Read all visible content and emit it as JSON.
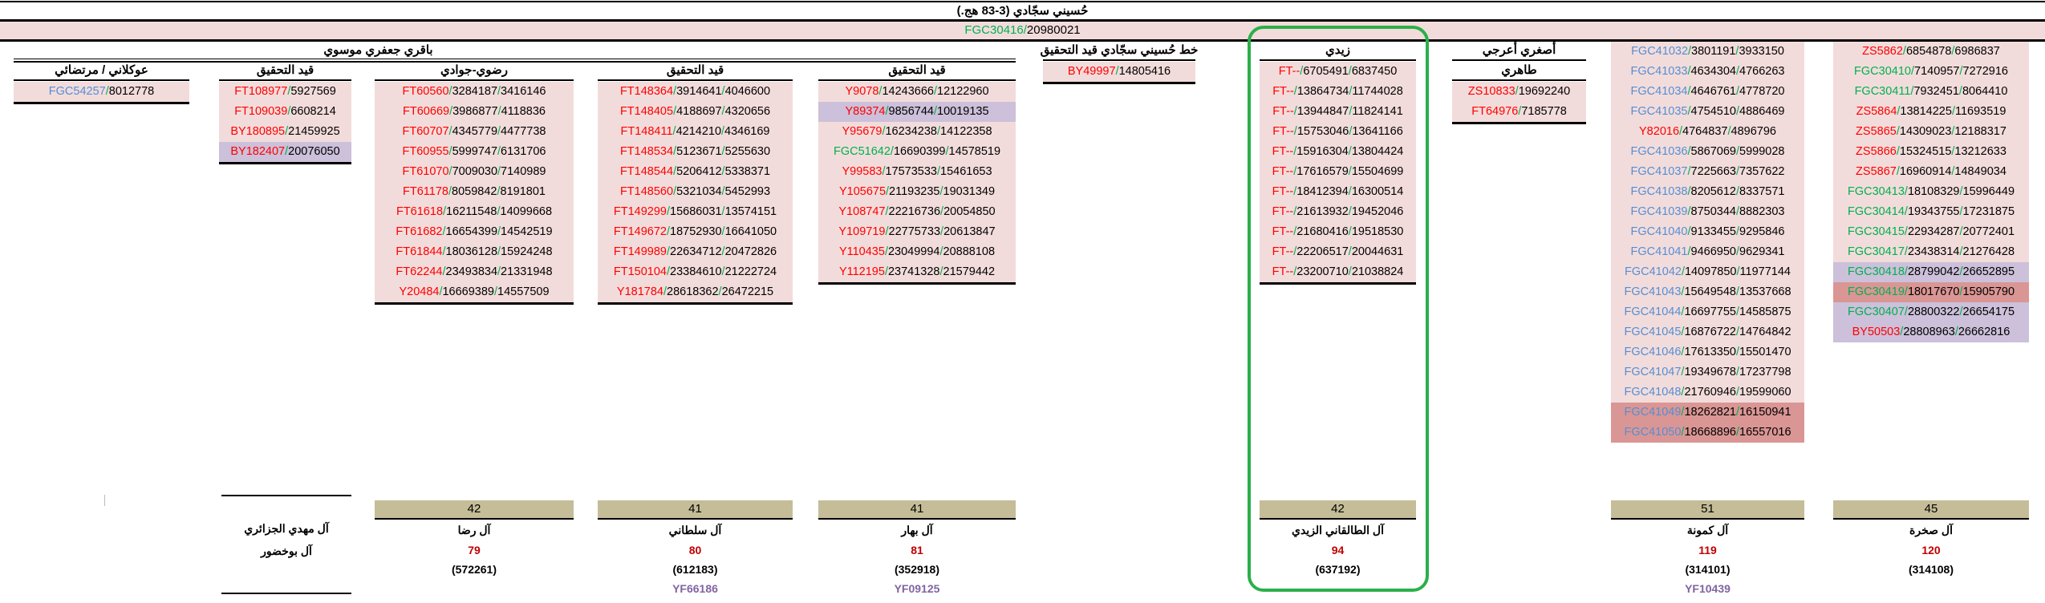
{
  "header": {
    "title": "حُسيني سجّادي (3-83 هج.)",
    "root_snp": {
      "name": "FGC30416",
      "color": "g",
      "pos": [
        "20980021"
      ]
    }
  },
  "headers": {
    "baqiri": "باقري جعفري موسوي",
    "awkalani": "عوكلاني / مرتضائي",
    "qayd1": "قيد التحقيق",
    "rajavi": "رضوي-جوادي",
    "qayd2": "قيد التحقيق",
    "qayd3": "قيد التحقيق",
    "husayni_line": "خط حُسيني سجّادي قيد التحقيق",
    "zaidi": "زيدي",
    "asghari": "أصغري أعرجي",
    "tahiri": "طاهري"
  },
  "columns": {
    "awkalani": [
      {
        "name": "FGC54257",
        "color": "b",
        "pos": [
          "8012778"
        ]
      }
    ],
    "qayd1": [
      {
        "name": "FT108977",
        "color": "r",
        "pos": [
          "5927569"
        ]
      },
      {
        "name": "FT109039",
        "color": "r",
        "pos": [
          "6608214"
        ]
      },
      {
        "name": "BY180895",
        "color": "r",
        "pos": [
          "21459925"
        ]
      },
      {
        "name": "BY182407",
        "color": "r",
        "pos": [
          "20076050"
        ],
        "bg": "lav"
      }
    ],
    "rajavi": [
      {
        "name": "FT60560",
        "color": "r",
        "pos": [
          "3284187",
          "3416146"
        ]
      },
      {
        "name": "FT60669",
        "color": "r",
        "pos": [
          "3986877",
          "4118836"
        ]
      },
      {
        "name": "FT60707",
        "color": "r",
        "pos": [
          "4345779",
          "4477738"
        ]
      },
      {
        "name": "FT60955",
        "color": "r",
        "pos": [
          "5999747",
          "6131706"
        ]
      },
      {
        "name": "FT61070",
        "color": "r",
        "pos": [
          "7009030",
          "7140989"
        ]
      },
      {
        "name": "FT61178",
        "color": "r",
        "pos": [
          "8059842",
          "8191801"
        ]
      },
      {
        "name": "FT61618",
        "color": "r",
        "pos": [
          "16211548",
          "14099668"
        ]
      },
      {
        "name": "FT61682",
        "color": "r",
        "pos": [
          "16654399",
          "14542519"
        ]
      },
      {
        "name": "FT61844",
        "color": "r",
        "pos": [
          "18036128",
          "15924248"
        ]
      },
      {
        "name": "FT62244",
        "color": "r",
        "pos": [
          "23493834",
          "21331948"
        ]
      },
      {
        "name": "Y20484",
        "color": "r",
        "pos": [
          "16669389",
          "14557509"
        ]
      }
    ],
    "qayd2": [
      {
        "name": "FT148364",
        "color": "r",
        "pos": [
          "3914641",
          "4046600"
        ]
      },
      {
        "name": "FT148405",
        "color": "r",
        "pos": [
          "4188697",
          "4320656"
        ]
      },
      {
        "name": "FT148411",
        "color": "r",
        "pos": [
          "4214210",
          "4346169"
        ]
      },
      {
        "name": "FT148534",
        "color": "r",
        "pos": [
          "5123671",
          "5255630"
        ]
      },
      {
        "name": "FT148544",
        "color": "r",
        "pos": [
          "5206412",
          "5338371"
        ]
      },
      {
        "name": "FT148560",
        "color": "r",
        "pos": [
          "5321034",
          "5452993"
        ]
      },
      {
        "name": "FT149299",
        "color": "r",
        "pos": [
          "15686031",
          "13574151"
        ]
      },
      {
        "name": "FT149672",
        "color": "r",
        "pos": [
          "18752930",
          "16641050"
        ]
      },
      {
        "name": "FT149989",
        "color": "r",
        "pos": [
          "22634712",
          "20472826"
        ]
      },
      {
        "name": "FT150104",
        "color": "r",
        "pos": [
          "23384610",
          "21222724"
        ]
      },
      {
        "name": "Y181784",
        "color": "r",
        "pos": [
          "28618362",
          "26472215"
        ]
      }
    ],
    "qayd3": [
      {
        "name": "Y9078",
        "color": "r",
        "pos": [
          "14243666",
          "12122960"
        ]
      },
      {
        "name": "Y89374",
        "color": "r",
        "pos": [
          "9856744",
          "10019135"
        ],
        "bg": "lav"
      },
      {
        "name": "Y95679",
        "color": "r",
        "pos": [
          "16234238",
          "14122358"
        ]
      },
      {
        "name": "FGC51642",
        "color": "g",
        "pos": [
          "16690399",
          "14578519"
        ]
      },
      {
        "name": "Y99583",
        "color": "r",
        "pos": [
          "17573533",
          "15461653"
        ]
      },
      {
        "name": "Y105675",
        "color": "r",
        "pos": [
          "21193235",
          "19031349"
        ]
      },
      {
        "name": "Y108747",
        "color": "r",
        "pos": [
          "22216736",
          "20054850"
        ]
      },
      {
        "name": "Y109719",
        "color": "r",
        "pos": [
          "22775733",
          "20613847"
        ]
      },
      {
        "name": "Y110435",
        "color": "r",
        "pos": [
          "23049994",
          "20888108"
        ]
      },
      {
        "name": "Y112195",
        "color": "r",
        "pos": [
          "23741328",
          "21579442"
        ]
      }
    ],
    "husayni_line": [
      {
        "name": "BY49997",
        "color": "r",
        "pos": [
          "14805416"
        ]
      }
    ],
    "zaidi": [
      {
        "name": "FT--",
        "color": "r",
        "pos": [
          "6705491",
          "6837450"
        ]
      },
      {
        "name": "FT--",
        "color": "r",
        "pos": [
          "13864734",
          "11744028"
        ]
      },
      {
        "name": "FT--",
        "color": "r",
        "pos": [
          "13944847",
          "11824141"
        ]
      },
      {
        "name": "FT--",
        "color": "r",
        "pos": [
          "15753046",
          "13641166"
        ]
      },
      {
        "name": "FT--",
        "color": "r",
        "pos": [
          "15916304",
          "13804424"
        ]
      },
      {
        "name": "FT--",
        "color": "r",
        "pos": [
          "17616579",
          "15504699"
        ]
      },
      {
        "name": "FT--",
        "color": "r",
        "pos": [
          "18412394",
          "16300514"
        ]
      },
      {
        "name": "FT--",
        "color": "r",
        "pos": [
          "21613932",
          "19452046"
        ]
      },
      {
        "name": "FT--",
        "color": "r",
        "pos": [
          "21680416",
          "19518530"
        ]
      },
      {
        "name": "FT--",
        "color": "r",
        "pos": [
          "22206517",
          "20044631"
        ]
      },
      {
        "name": "FT--",
        "color": "r",
        "pos": [
          "23200710",
          "21038824"
        ]
      }
    ],
    "tahiri": [
      {
        "name": "ZS10833",
        "color": "r",
        "pos": [
          "19692240"
        ]
      },
      {
        "name": "FT64976",
        "color": "r",
        "pos": [
          "7185778"
        ]
      }
    ],
    "kamuna": [
      {
        "name": "FGC41032",
        "color": "b",
        "pos": [
          "3801191",
          "3933150"
        ]
      },
      {
        "name": "FGC41033",
        "color": "b",
        "pos": [
          "4634304",
          "4766263"
        ]
      },
      {
        "name": "FGC41034",
        "color": "b",
        "pos": [
          "4646761",
          "4778720"
        ]
      },
      {
        "name": "FGC41035",
        "color": "b",
        "pos": [
          "4754510",
          "4886469"
        ]
      },
      {
        "name": "Y82016",
        "color": "r",
        "pos": [
          "4764837",
          "4896796"
        ]
      },
      {
        "name": "FGC41036",
        "color": "b",
        "pos": [
          "5867069",
          "5999028"
        ]
      },
      {
        "name": "FGC41037",
        "color": "b",
        "pos": [
          "7225663",
          "7357622"
        ]
      },
      {
        "name": "FGC41038",
        "color": "b",
        "pos": [
          "8205612",
          "8337571"
        ]
      },
      {
        "name": "FGC41039",
        "color": "b",
        "pos": [
          "8750344",
          "8882303"
        ]
      },
      {
        "name": "FGC41040",
        "color": "b",
        "pos": [
          "9133455",
          "9295846"
        ]
      },
      {
        "name": "FGC41041",
        "color": "b",
        "pos": [
          "9466950",
          "9629341"
        ]
      },
      {
        "name": "FGC41042",
        "color": "b",
        "pos": [
          "14097850",
          "11977144"
        ]
      },
      {
        "name": "FGC41043",
        "color": "b",
        "pos": [
          "15649548",
          "13537668"
        ]
      },
      {
        "name": "FGC41044",
        "color": "b",
        "pos": [
          "16697755",
          "14585875"
        ]
      },
      {
        "name": "FGC41045",
        "color": "b",
        "pos": [
          "16876722",
          "14764842"
        ]
      },
      {
        "name": "FGC41046",
        "color": "b",
        "pos": [
          "17613350",
          "15501470"
        ]
      },
      {
        "name": "FGC41047",
        "color": "b",
        "pos": [
          "19349678",
          "17237798"
        ]
      },
      {
        "name": "FGC41048",
        "color": "b",
        "pos": [
          "21760946",
          "19599060"
        ]
      },
      {
        "name": "FGC41049",
        "color": "b",
        "pos": [
          "18262821",
          "16150941"
        ],
        "bg": "sal"
      },
      {
        "name": "FGC41050",
        "color": "b",
        "pos": [
          "18668896",
          "16557016"
        ],
        "bg": "sal"
      }
    ],
    "sakhra": [
      {
        "name": "ZS5862",
        "color": "r",
        "pos": [
          "6854878",
          "6986837"
        ]
      },
      {
        "name": "FGC30410",
        "color": "g",
        "pos": [
          "7140957",
          "7272916"
        ]
      },
      {
        "name": "FGC30411",
        "color": "g",
        "pos": [
          "7932451",
          "8064410"
        ]
      },
      {
        "name": "ZS5864",
        "color": "r",
        "pos": [
          "13814225",
          "11693519"
        ]
      },
      {
        "name": "ZS5865",
        "color": "r",
        "pos": [
          "14309023",
          "12188317"
        ]
      },
      {
        "name": "ZS5866",
        "color": "r",
        "pos": [
          "15324515",
          "13212633"
        ]
      },
      {
        "name": "ZS5867",
        "color": "r",
        "pos": [
          "16960914",
          "14849034"
        ]
      },
      {
        "name": "FGC30413",
        "color": "g",
        "pos": [
          "18108329",
          "15996449"
        ]
      },
      {
        "name": "FGC30414",
        "color": "g",
        "pos": [
          "19343755",
          "17231875"
        ]
      },
      {
        "name": "FGC30415",
        "color": "g",
        "pos": [
          "22934287",
          "20772401"
        ]
      },
      {
        "name": "FGC30417",
        "color": "g",
        "pos": [
          "23438314",
          "21276428"
        ]
      },
      {
        "name": "FGC30418",
        "color": "g",
        "pos": [
          "28799042",
          "26652895"
        ],
        "bg": "lav"
      },
      {
        "name": "FGC30419",
        "color": "g",
        "pos": [
          "18017670",
          "15905790"
        ],
        "bg": "sal"
      },
      {
        "name": "FGC30407",
        "color": "g",
        "pos": [
          "28800322",
          "26654175"
        ],
        "bg": "lav"
      },
      {
        "name": "BY50503",
        "color": "r",
        "pos": [
          "28808963",
          "26662816"
        ],
        "bg": "lav"
      }
    ]
  },
  "families": {
    "left_names": [
      "آل مهدي الجزائري",
      "آل بوخضور"
    ],
    "rida": {
      "count": "42",
      "name": "آل رضا",
      "num": "79",
      "paren": "(572261)"
    },
    "sultani": {
      "count": "41",
      "name": "آل سلطاني",
      "num": "80",
      "paren": "(612183)",
      "yf": "YF66186"
    },
    "bahar": {
      "count": "41",
      "name": "آل بهار",
      "num": "81",
      "paren": "(352918)",
      "yf": "YF09125"
    },
    "zaidi": {
      "count": "42",
      "name": "آل الطالقاني الزيدي",
      "num": "94",
      "paren": "(637192)"
    },
    "kamuna": {
      "count": "51",
      "name": "آل كمونة",
      "num": "119",
      "paren": "(314101)",
      "yf": "YF10439"
    },
    "sakhra": {
      "count": "45",
      "name": "آل صخرة",
      "num": "120",
      "paren": "(314108)"
    }
  },
  "colors": {
    "r": "#ff0000",
    "g": "#00b050",
    "b": "#558ed5",
    "pink": "#f2dcdb",
    "lav": "#ccc0da",
    "sal": "#da9694",
    "tan": "#c4bd97",
    "highlight": "#2ab04a"
  }
}
